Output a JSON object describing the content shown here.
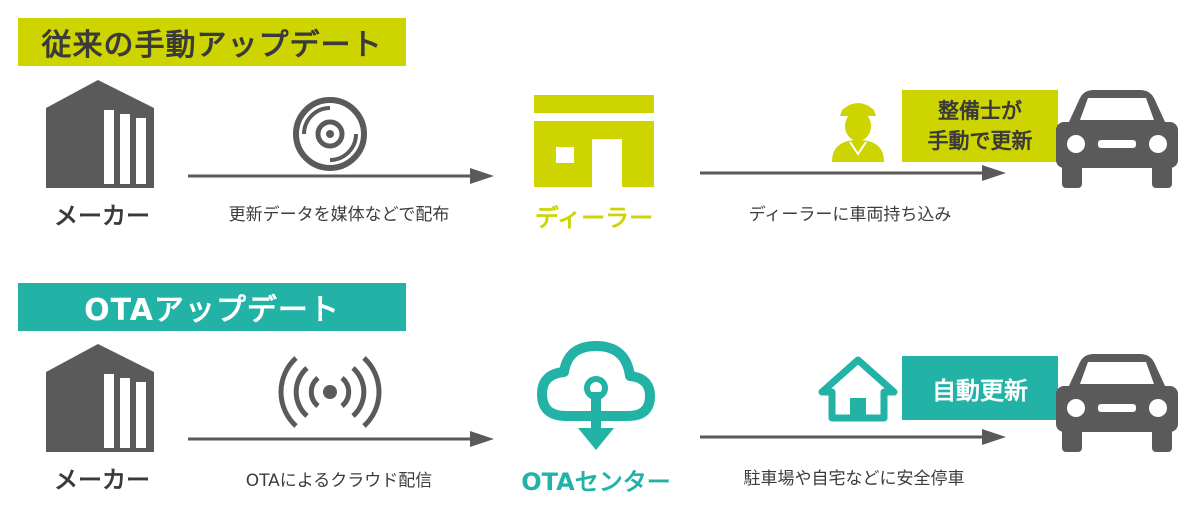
{
  "colors": {
    "manual_accent": "#cdd400",
    "ota_accent": "#22b3a6",
    "icon_gray": "#5a5a5a"
  },
  "manual": {
    "title": "従来の手動アップデート",
    "maker_label": "メーカー",
    "step1_label": "更新データを媒体などで配布",
    "dealer_label": "ディーラー",
    "step2_label": "ディーラーに車両持ち込み",
    "callout_line1": "整備士が",
    "callout_line2": "手動で更新",
    "icons": [
      "building-icon",
      "cd-icon",
      "dealer-shop-icon",
      "mechanic-icon",
      "car-icon"
    ]
  },
  "ota": {
    "title": "OTAアップデート",
    "maker_label": "メーカー",
    "step1_label": "OTAによるクラウド配信",
    "center_label": "OTAセンター",
    "step2_label": "駐車場や自宅などに安全停車",
    "callout": "自動更新",
    "icons": [
      "building-icon",
      "wireless-signal-icon",
      "cloud-download-icon",
      "home-icon",
      "car-icon"
    ]
  }
}
